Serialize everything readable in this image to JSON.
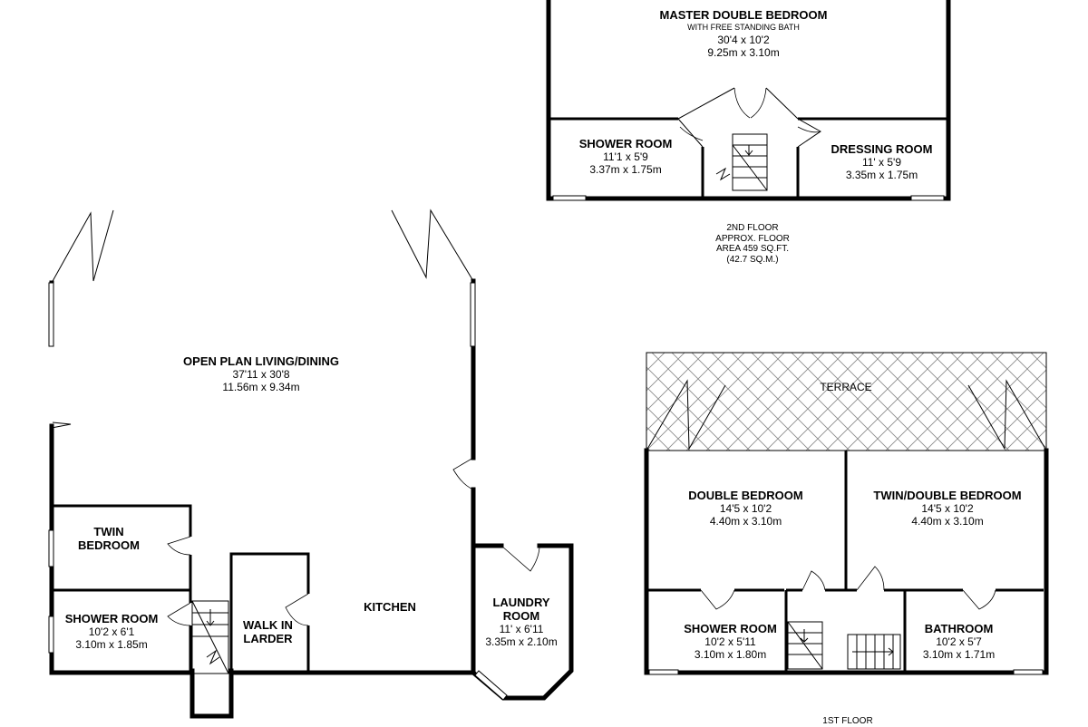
{
  "rooms": {
    "master": {
      "name": "MASTER DOUBLE BEDROOM",
      "note": "WITH FREE STANDING BATH",
      "imperial": "30'4 x 10'2",
      "metric": "9.25m x 3.10m"
    },
    "shower2": {
      "name": "SHOWER ROOM",
      "imperial": "11'1 x 5'9",
      "metric": "3.37m x 1.75m"
    },
    "dressing": {
      "name": "DRESSING ROOM",
      "imperial": "11' x 5'9",
      "metric": "3.35m x 1.75m"
    },
    "living": {
      "name": "OPEN PLAN LIVING/DINING",
      "imperial": "37'11 x 30'8",
      "metric": "11.56m x 9.34m"
    },
    "twin": {
      "name_1": "TWIN",
      "name_2": "BEDROOM"
    },
    "shower_g": {
      "name": "SHOWER ROOM",
      "imperial": "10'2 x 6'1",
      "metric": "3.10m x 1.85m"
    },
    "larder": {
      "name_1": "WALK IN",
      "name_2": "LARDER"
    },
    "kitchen": {
      "name": "KITCHEN"
    },
    "laundry": {
      "name_1": "LAUNDRY",
      "name_2": "ROOM",
      "imperial": "11' x 6'11",
      "metric": "3.35m x 2.10m"
    },
    "terrace": {
      "name": "TERRACE"
    },
    "double": {
      "name": "DOUBLE BEDROOM",
      "imperial": "14'5 x 10'2",
      "metric": "4.40m x 3.10m"
    },
    "twin_double": {
      "name": "TWIN/DOUBLE BEDROOM",
      "imperial": "14'5 x 10'2",
      "metric": "4.40m x 3.10m"
    },
    "shower1": {
      "name": "SHOWER ROOM",
      "imperial": "10'2 x 5'11",
      "metric": "3.10m x 1.80m"
    },
    "bathroom": {
      "name": "BATHROOM",
      "imperial": "10'2 x 5'7",
      "metric": "3.10m x 1.71m"
    }
  },
  "floors": {
    "second": {
      "line1": "2ND FLOOR",
      "line2": "APPROX. FLOOR",
      "line3": "AREA 459 SQ.FT.",
      "line4": "(42.7 SQ.M.)"
    },
    "first": {
      "label": "1ST FLOOR"
    }
  },
  "colors": {
    "wall": "#000000",
    "background": "#ffffff",
    "hatch": "#888888"
  }
}
